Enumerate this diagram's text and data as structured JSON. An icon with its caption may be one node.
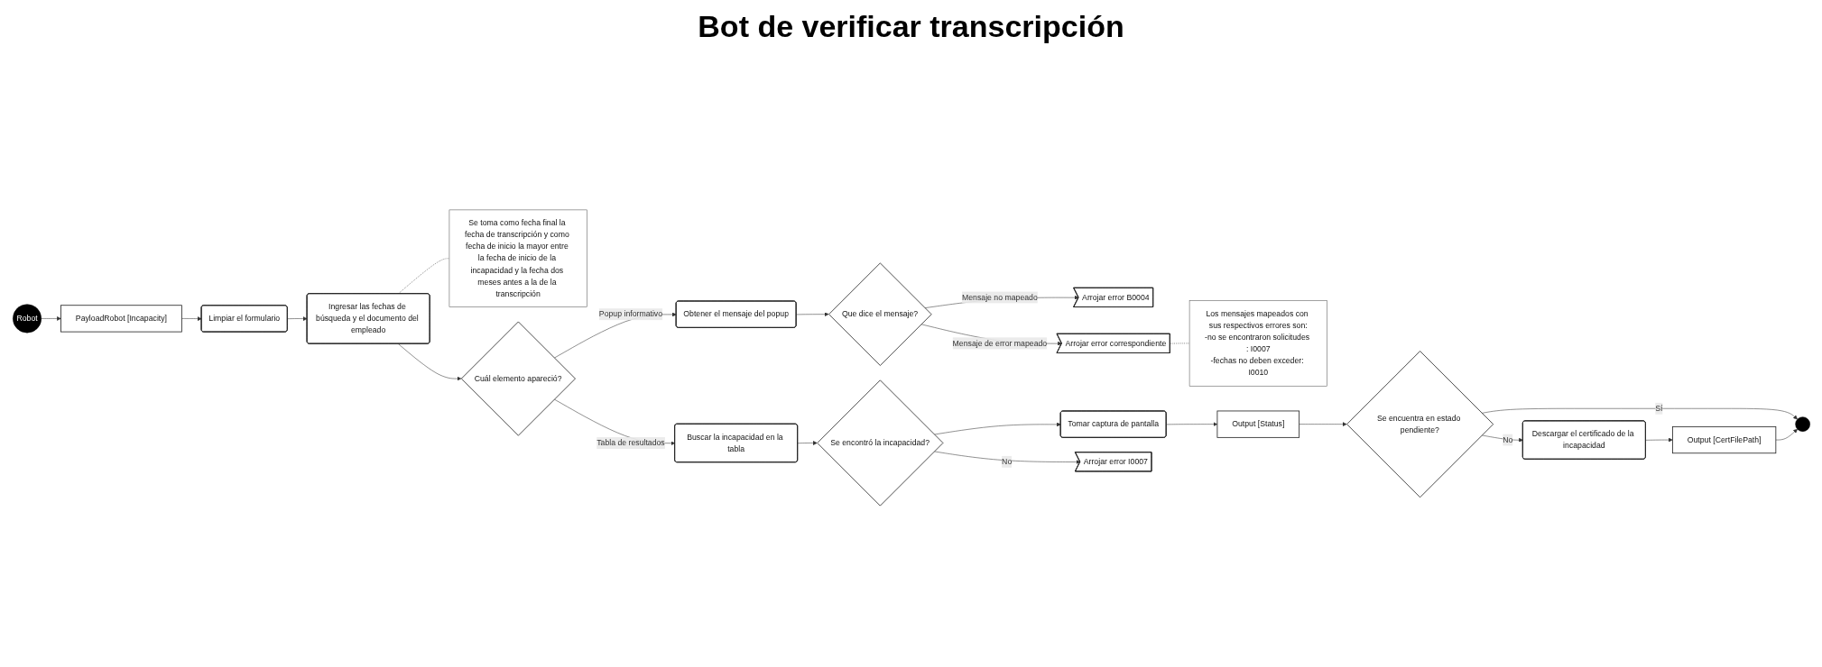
{
  "diagram": {
    "title": "Bot de verificar transcripción",
    "nodes": [
      {
        "text": [
          "Robot"
        ]
      },
      {
        "text": [
          "PayloadRobot [Incapacity]"
        ]
      },
      {
        "text": [
          "Limpiar el formulario"
        ]
      },
      {
        "text": [
          "Ingresar las fechas de búsqueda y el documento del empleado"
        ]
      },
      {
        "text": [
          "Se toma como fecha final la fecha de transcripción y como fecha de inicio la mayor entre la fecha de inicio de la incapacidad y la fecha dos meses antes a la de la transcripción"
        ]
      },
      {
        "text": [
          "Arrojar error B0004"
        ]
      },
      {
        "text": [
          "Los mensajes mapeados con sus respectivos errores son:",
          "-no se encontraron solicitudes : I0007",
          "-fechas no deben exceder: I0010"
        ]
      },
      {
        "text": [
          "Buscar la incapacidad en la tabla"
        ]
      },
      {
        "text": [
          "Cuál elemento apareció?"
        ]
      },
      {
        "text": [
          "Obtener el mensaje del popup"
        ]
      },
      {
        "text": [
          "Que dice el mensaje?"
        ]
      },
      {
        "text": [
          "Arrojar error correspondiente"
        ]
      },
      {
        "text": [
          "Se encontró la incapacidad?"
        ]
      },
      {
        "text": [
          "Tomar captura de pantalla"
        ]
      },
      {
        "text": [
          "Output [Status]"
        ]
      },
      {
        "text": [
          "Se encuentra en estado pendiente?"
        ]
      },
      {
        "text": [],
        "shape": "circle"
      },
      {
        "text": [
          "Arrojar error I0007"
        ]
      },
      {
        "text": [
          "Descargar el certificado de la incapacidad"
        ]
      },
      {
        "text": [
          "Output [CertFilePath]"
        ]
      }
    ],
    "edges": [
      {
        "from": 0,
        "to": 1,
        "arrow": "to"
      },
      {
        "from": 1,
        "to": 2,
        "arrow": "to"
      },
      {
        "from": 2,
        "to": 3,
        "arrow": "to"
      },
      {
        "from": 3,
        "to": 4,
        "arrow": "none",
        "style": "dashed"
      },
      {
        "from": 3,
        "to": 8,
        "arrow": "to"
      },
      {
        "from": 8,
        "to": 7,
        "arrow": "to",
        "label": "Tabla de resultados"
      },
      {
        "from": 8,
        "to": 9,
        "arrow": "to",
        "label": "Popup informativo"
      },
      {
        "from": 9,
        "to": 10,
        "arrow": "to"
      },
      {
        "from": 10,
        "to": 5,
        "arrow": "to",
        "label": "Mensaje no mapeado"
      },
      {
        "from": 10,
        "to": 11,
        "arrow": "to",
        "label": "Mensaje de error mapeado"
      },
      {
        "from": 11,
        "to": 6,
        "arrow": "none",
        "style": "dashed"
      },
      {
        "from": 7,
        "to": 12,
        "arrow": "to"
      },
      {
        "from": 12,
        "to": 17,
        "arrow": "to",
        "label": "No"
      },
      {
        "from": 12,
        "to": 13,
        "arrow": "to"
      },
      {
        "from": 13,
        "to": 14,
        "arrow": "to"
      },
      {
        "from": 14,
        "to": 15,
        "arrow": "to"
      },
      {
        "from": 15,
        "to": 16,
        "arrow": "to",
        "label": "Sí"
      },
      {
        "from": 15,
        "to": 18,
        "arrow": "to",
        "label": "No"
      },
      {
        "from": 18,
        "to": 19,
        "arrow": "to"
      },
      {
        "from": 19,
        "to": 16,
        "arrow": "to"
      }
    ]
  }
}
